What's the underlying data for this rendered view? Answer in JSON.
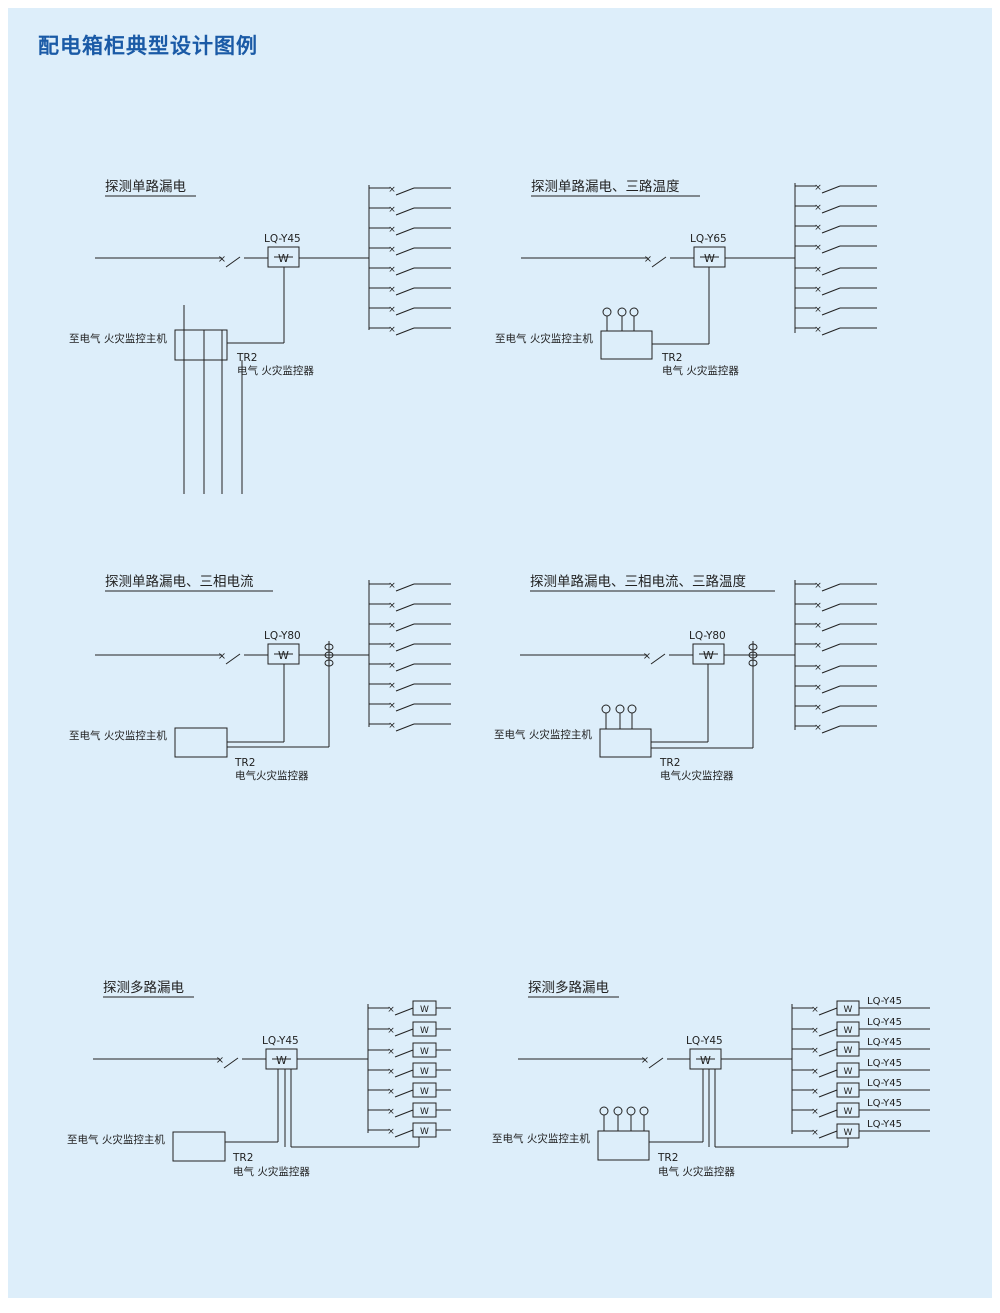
{
  "page": {
    "title": "配电箱柜典型设计图例",
    "accent_color": "#1a5aa6",
    "background_color": "#ddeefa",
    "line_color": "#222222"
  },
  "diagrams": [
    {
      "heading": "探测单路漏电",
      "breaker_model": "LQ-Y45",
      "host_label": "至电气 火灾监控主机",
      "device_code": "TR2",
      "device_name": "电气 火灾监控器"
    },
    {
      "heading": "探测单路漏电、三路温度",
      "breaker_model": "LQ-Y65",
      "host_label": "至电气 火灾监控主机",
      "device_code": "TR2",
      "device_name": "电气 火灾监控器"
    },
    {
      "heading": "探测单路漏电、三相电流",
      "breaker_model": "LQ-Y80",
      "host_label": "至电气 火灾监控主机",
      "device_code": "TR2",
      "device_name": "电气火灾监控器"
    },
    {
      "heading": "探测单路漏电、三相电流、三路温度",
      "breaker_model": "LQ-Y80",
      "host_label": "至电气 火灾监控主机",
      "device_code": "TR2",
      "device_name": "电气火灾监控器"
    },
    {
      "heading": "探测多路漏电",
      "breaker_model": "LQ-Y45",
      "host_label": "至电气 火灾监控主机",
      "device_code": "TR2",
      "device_name": "电气 火灾监控器"
    },
    {
      "heading": "探测多路漏电",
      "breaker_model": "LQ-Y45",
      "host_label": "至电气 火灾监控主机",
      "device_code": "TR2",
      "device_name": "电气 火灾监控器",
      "branch_models": [
        "LQ-Y45",
        "LQ-Y45",
        "LQ-Y45",
        "LQ-Y45",
        "LQ-Y45",
        "LQ-Y45",
        "LQ-Y45"
      ]
    }
  ]
}
